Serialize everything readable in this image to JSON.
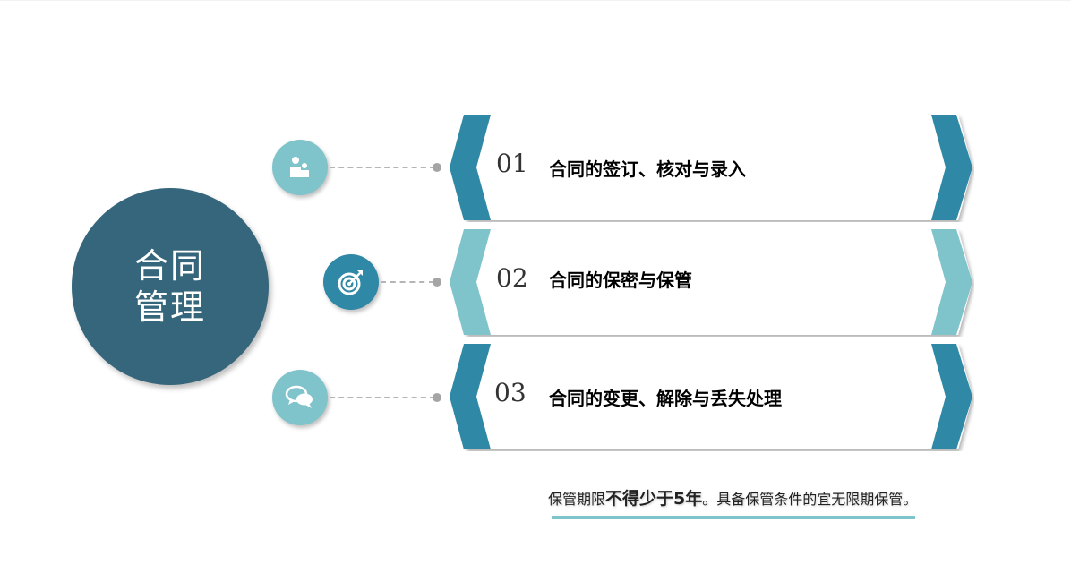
{
  "center": {
    "line1": "合同",
    "line2": "管理",
    "color": "#35667c"
  },
  "items": [
    {
      "number": "01",
      "title": "合同的签订、核对与录入",
      "icon": "people-icon",
      "icon_color": "#7fc3cb",
      "tab_color": "#2f88a5"
    },
    {
      "number": "02",
      "title": "合同的保密与保管",
      "icon": "target-icon",
      "icon_color": "#2f88a5",
      "tab_color": "#7fc3cb"
    },
    {
      "number": "03",
      "title": "合同的变更、解除与丢失处理",
      "icon": "chat-bubbles-icon",
      "icon_color": "#7fc3cb",
      "tab_color": "#2f88a5"
    }
  ],
  "note": {
    "prefix": "保管期限",
    "emphasis": "不得少于5年",
    "suffix": "。具备保管条件的宜无限期保管。"
  }
}
